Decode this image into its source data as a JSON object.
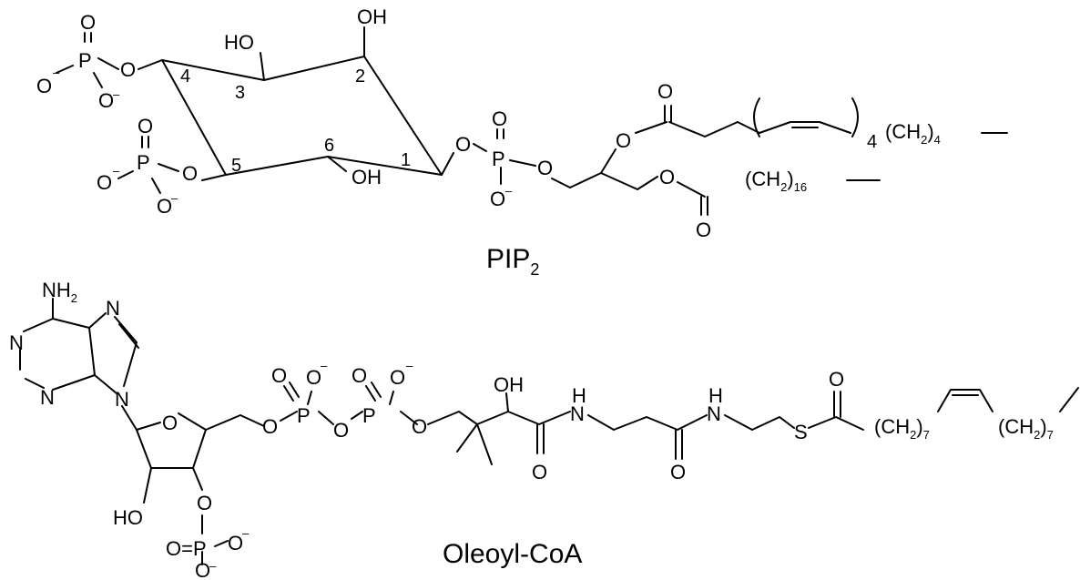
{
  "pip2": {
    "name": "PIP",
    "name_sub": "2",
    "atoms": {
      "oh_top": "OH",
      "ho_c3": "HO",
      "oh_c6": "OH",
      "p_upper_P": "P",
      "p_upper_O_dbl": "O",
      "p_upper_O_left": "O",
      "p_upper_O_bottom": "O",
      "p_upper_O_link": "O",
      "p_lower_P": "P",
      "p_lower_O_dbl": "O",
      "p_lower_O_left": "O",
      "p_lower_O_bottom": "O",
      "p_lower_O_link": "O",
      "diester_O_left": "O",
      "diester_P": "P",
      "diester_O_dbl": "O",
      "diester_O_bottom": "O",
      "diester_O_right": "O",
      "ester1_O_link": "O",
      "ester1_O_carbonyl": "O",
      "ester2_O_link": "O",
      "ester2_O_carbonyl": "O"
    },
    "charge": "–",
    "ring_numbers": [
      "1",
      "2",
      "3",
      "4",
      "5",
      "6"
    ],
    "chain_repeat": "4",
    "ch2_a": {
      "text": "(CH",
      "sub1": "2",
      "close": ")",
      "sub2": "4"
    },
    "ch2_b": {
      "text": "(CH",
      "sub1": "2",
      "close": ")",
      "sub2": "16"
    }
  },
  "oleoyl": {
    "name": "Oleoyl-CoA",
    "atoms": {
      "nh": "NH",
      "nh_sub": "2",
      "n1": "N",
      "n3": "N",
      "n7": "N",
      "n9": "N",
      "ring_O": "O",
      "ho": "HO",
      "oh": "OH",
      "o_5prime": "O",
      "p1": "P",
      "p1_o_dbl": "O",
      "p1_o_minus": "O",
      "o_bridge": "O",
      "p2": "P",
      "p2_o_dbl": "O",
      "p2_o_minus": "O",
      "o_link": "O",
      "amide1_O": "O",
      "n_amide1": "N",
      "h_amide1": "H",
      "amide2_O": "O",
      "n_amide2": "N",
      "h_amide2": "H",
      "s": "S",
      "thioester_O": "O",
      "o_3prime": "O",
      "p3_O_eq": "O=",
      "p3": "P",
      "p3_o_right": "O",
      "p3_o_bottom": "O"
    },
    "charge": "–",
    "ch2_a": {
      "text": "(CH",
      "sub1": "2",
      "close": ")",
      "sub2": "7"
    },
    "ch2_b": {
      "text": "(CH",
      "sub1": "2",
      "close": ")",
      "sub2": "7"
    }
  }
}
